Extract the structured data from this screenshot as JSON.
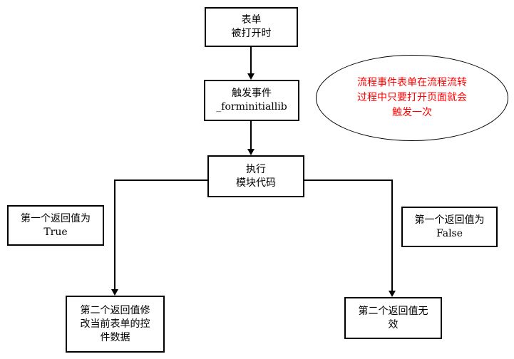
{
  "diagram": {
    "type": "flowchart",
    "nodes": {
      "form_opened": {
        "lines": [
          "表单",
          "被打开时"
        ]
      },
      "trigger_event": {
        "lines": [
          "触发事件",
          "_forminitiallib"
        ]
      },
      "execute_module": {
        "lines": [
          "执行",
          "模块代码"
        ]
      },
      "first_return_true": {
        "lines": [
          "第一个返回值为",
          "True"
        ]
      },
      "first_return_false": {
        "lines": [
          "第一个返回值为",
          "False"
        ]
      },
      "second_return_modify": {
        "lines": [
          "第二个返回值修",
          "改当前表单的控",
          "件数据"
        ]
      },
      "second_return_invalid": {
        "lines": [
          "第二个返回值无",
          "效"
        ]
      }
    },
    "annotation": {
      "lines": [
        "流程事件表单在流程流转",
        "过程中只要打开页面就会",
        "触发一次"
      ],
      "text_color": "#ff0000"
    },
    "edges": [
      {
        "from": "form_opened",
        "to": "trigger_event"
      },
      {
        "from": "trigger_event",
        "to": "execute_module"
      },
      {
        "from": "execute_module",
        "to": "second_return_modify",
        "via": "first_return_true"
      },
      {
        "from": "execute_module",
        "to": "second_return_invalid",
        "via": "first_return_false"
      }
    ],
    "colors": {
      "background": "#ffffff",
      "node_border": "#000000",
      "node_fill": "#ffffff",
      "text": "#000000",
      "annotation_text": "#ff0000",
      "connector": "#000000"
    }
  }
}
